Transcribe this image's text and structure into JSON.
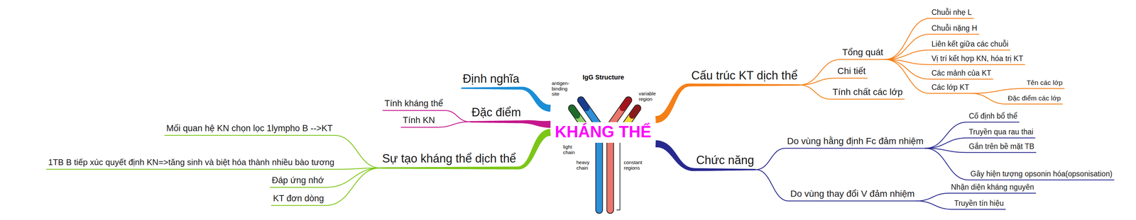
{
  "diagram": {
    "nodes": [
      {
        "text": [
          "KHÁNG THỂ"
        ]
      },
      {
        "text": [
          "Định nghĩa"
        ]
      },
      {
        "text": [
          "Đặc điểm"
        ]
      },
      {
        "text": [
          "Tính kháng thể"
        ]
      },
      {
        "text": [
          "Tính KN"
        ]
      },
      {
        "text": [
          "Sự tạo kháng thể dịch thể"
        ]
      },
      {
        "text": [
          "Mối quan hệ KN chọn lọc 1lympho B -->KT"
        ]
      },
      {
        "text": [
          "1TB B tiếp xúc quyết định KN=>tăng sinh và biệt hóa thành nhiều bào tương"
        ]
      },
      {
        "text": [
          "Đáp ứng nhớ"
        ]
      },
      {
        "text": [
          "KT đơn dòng"
        ]
      },
      {
        "text": [
          "Cấu trúc KT dịch thể"
        ]
      },
      {
        "text": [
          "Tổng quát"
        ]
      },
      {
        "text": [
          "Chuỗi nhẹ L"
        ]
      },
      {
        "text": [
          "Chuỗi nặng H"
        ]
      },
      {
        "text": [
          "Liên kết giữa các chuỗi"
        ]
      },
      {
        "text": [
          "Vị trí kết hợp KN, hóa trị KT"
        ]
      },
      {
        "text": [
          "Các mảnh của KT"
        ]
      },
      {
        "text": [
          "Các lớp KT"
        ]
      },
      {
        "text": [
          "Tên các lớp"
        ]
      },
      {
        "text": [
          "Đặc điểm các lớp"
        ]
      },
      {
        "text": [
          "Chi tiết"
        ]
      },
      {
        "text": [
          "Tính chất các lớp"
        ]
      },
      {
        "text": [
          "Chức năng"
        ]
      },
      {
        "text": [
          "Do vùng hằng định Fc đảm nhiệm"
        ]
      },
      {
        "text": [
          "Cố định bổ thể"
        ]
      },
      {
        "text": [
          "Truyền qua rau thai"
        ]
      },
      {
        "text": [
          "Gắn trên bề mặt TB"
        ]
      },
      {
        "text": [
          "Gây hiện tượng opsonin hóa(opsonisation)"
        ]
      },
      {
        "text": [
          "Do vùng thay đổi V đảm nhiệm"
        ]
      },
      {
        "text": [
          "Nhận diện kháng nguyên"
        ]
      },
      {
        "text": [
          "Truyền tín hiệu"
        ]
      }
    ],
    "edges": [
      {
        "from": 0,
        "to": 1,
        "arrow": "none"
      },
      {
        "from": 0,
        "to": 2,
        "arrow": "none"
      },
      {
        "from": 2,
        "to": 3,
        "arrow": "none"
      },
      {
        "from": 2,
        "to": 4,
        "arrow": "none"
      },
      {
        "from": 0,
        "to": 5,
        "arrow": "none"
      },
      {
        "from": 5,
        "to": 6,
        "arrow": "none"
      },
      {
        "from": 5,
        "to": 7,
        "arrow": "none"
      },
      {
        "from": 5,
        "to": 8,
        "arrow": "none"
      },
      {
        "from": 5,
        "to": 9,
        "arrow": "none"
      },
      {
        "from": 0,
        "to": 10,
        "arrow": "none"
      },
      {
        "from": 10,
        "to": 11,
        "arrow": "none"
      },
      {
        "from": 11,
        "to": 12,
        "arrow": "none"
      },
      {
        "from": 11,
        "to": 13,
        "arrow": "none"
      },
      {
        "from": 11,
        "to": 14,
        "arrow": "none"
      },
      {
        "from": 11,
        "to": 15,
        "arrow": "none"
      },
      {
        "from": 11,
        "to": 16,
        "arrow": "none"
      },
      {
        "from": 11,
        "to": 17,
        "arrow": "none"
      },
      {
        "from": 17,
        "to": 18,
        "arrow": "none"
      },
      {
        "from": 17,
        "to": 19,
        "arrow": "none"
      },
      {
        "from": 10,
        "to": 20,
        "arrow": "none"
      },
      {
        "from": 10,
        "to": 21,
        "arrow": "none"
      },
      {
        "from": 0,
        "to": 22,
        "arrow": "none"
      },
      {
        "from": 22,
        "to": 23,
        "arrow": "none"
      },
      {
        "from": 23,
        "to": 24,
        "arrow": "none"
      },
      {
        "from": 23,
        "to": 25,
        "arrow": "none"
      },
      {
        "from": 23,
        "to": 26,
        "arrow": "none"
      },
      {
        "from": 23,
        "to": 27,
        "arrow": "none"
      },
      {
        "from": 22,
        "to": 28,
        "arrow": "none"
      },
      {
        "from": 28,
        "to": 29,
        "arrow": "none"
      },
      {
        "from": 28,
        "to": 30,
        "arrow": "none"
      }
    ],
    "labels": [
      "IgG Structure",
      "antigen-binding site",
      "light chain",
      "heavy chain",
      "constant regions",
      "variable region"
    ]
  }
}
